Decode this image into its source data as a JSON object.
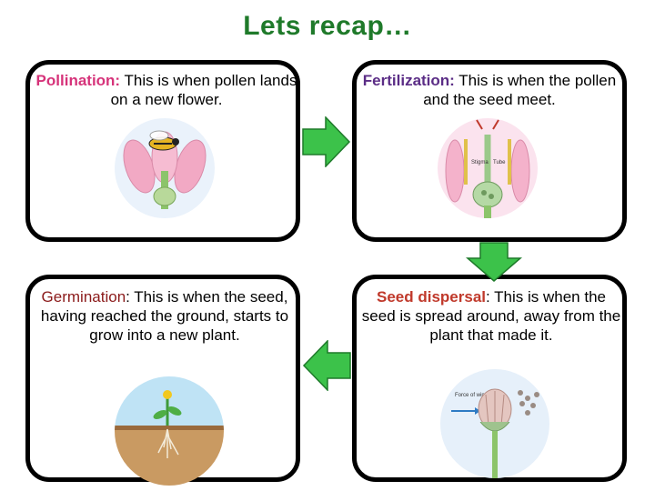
{
  "title": "Lets recap…",
  "cards": [
    {
      "term": "Pollination:",
      "desc": " This is when pollen lands on a new flower."
    },
    {
      "term": "Fertilization:",
      "desc": " This is when the pollen and the seed meet."
    },
    {
      "term": "Germination",
      "desc": ": This is when the seed, having reached the ground, starts to grow into a new plant."
    },
    {
      "term": "Seed dispersal",
      "desc": ": This is when the seed is spread around, away from the plant that made it."
    }
  ],
  "fert_labels": {
    "left": "Stigma",
    "right": "Tube"
  },
  "dispersal_label": "Force of wind",
  "colors": {
    "title": "#1f7a2a",
    "arrow": "#3cc24a"
  }
}
